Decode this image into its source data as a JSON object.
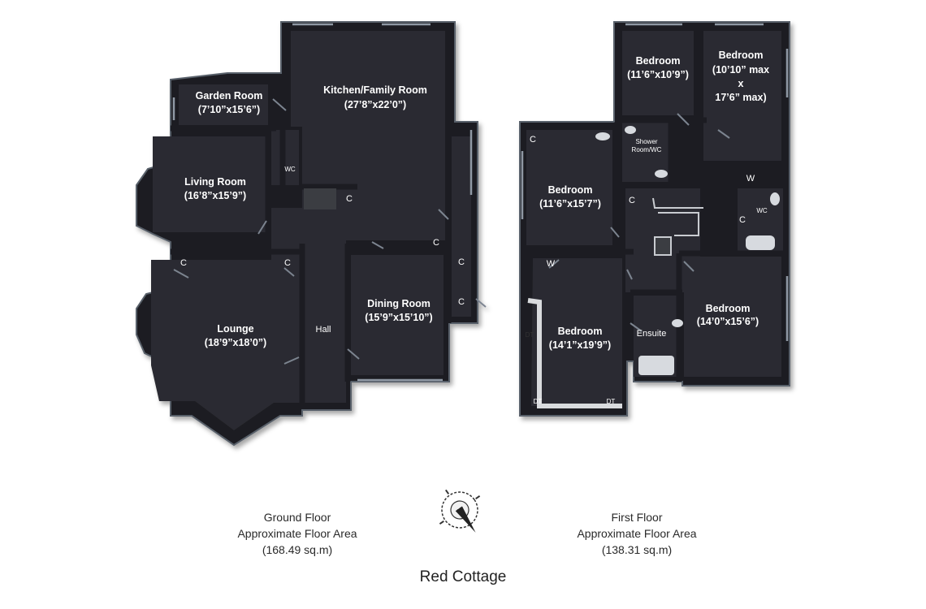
{
  "property_name": "Red Cottage",
  "compass_letter": "N",
  "ground_floor": {
    "caption_line1": "Ground Floor",
    "caption_line2": "Approximate Floor Area",
    "caption_line3": "(168.49 sq.m)",
    "rooms": {
      "garden_room": {
        "name": "Garden Room",
        "size": "(7’10”x15’6”)"
      },
      "kitchen": {
        "name": "Kitchen/Family Room",
        "size": "(27’8”x22’0”)"
      },
      "living_room": {
        "name": "Living Room",
        "size": "(16’8”x15’9”)"
      },
      "lounge": {
        "name": "Lounge",
        "size": "(18’9”x18’0”)"
      },
      "dining_room": {
        "name": "Dining Room",
        "size": "(15’9”x15’10”)"
      },
      "hall": {
        "name": "Hall"
      },
      "wc": {
        "name": "WC"
      }
    }
  },
  "first_floor": {
    "caption_line1": "First Floor",
    "caption_line2": "Approximate Floor Area",
    "caption_line3": "(138.31 sq.m)",
    "rooms": {
      "bedroom_a": {
        "name": "Bedroom",
        "size": "(11’6”x10’9”)"
      },
      "bedroom_b": {
        "name": "Bedroom",
        "size_line1": "(10’10” max",
        "size_line2": "x",
        "size_line3": "17’6” max)"
      },
      "bedroom_c": {
        "name": "Bedroom",
        "size": "(11’6”x15’7”)"
      },
      "bedroom_d": {
        "name": "Bedroom",
        "size": "(14’1”x19’9”)"
      },
      "bedroom_e": {
        "name": "Bedroom",
        "size": "(14’0”x15’6”)"
      },
      "shower": {
        "name_line1": "Shower",
        "name_line2": "Room/WC"
      },
      "ensuite": {
        "name": "Ensuite"
      },
      "wc": {
        "name": "WC"
      }
    }
  },
  "markers": {
    "cupboard": "C",
    "wardrobe": "W",
    "double_wardrobe": "DT"
  },
  "colors": {
    "floor": "#2b2c30",
    "wall": "#1b1c20",
    "wall_edge": "#5a6068",
    "page": "#ffffff"
  }
}
